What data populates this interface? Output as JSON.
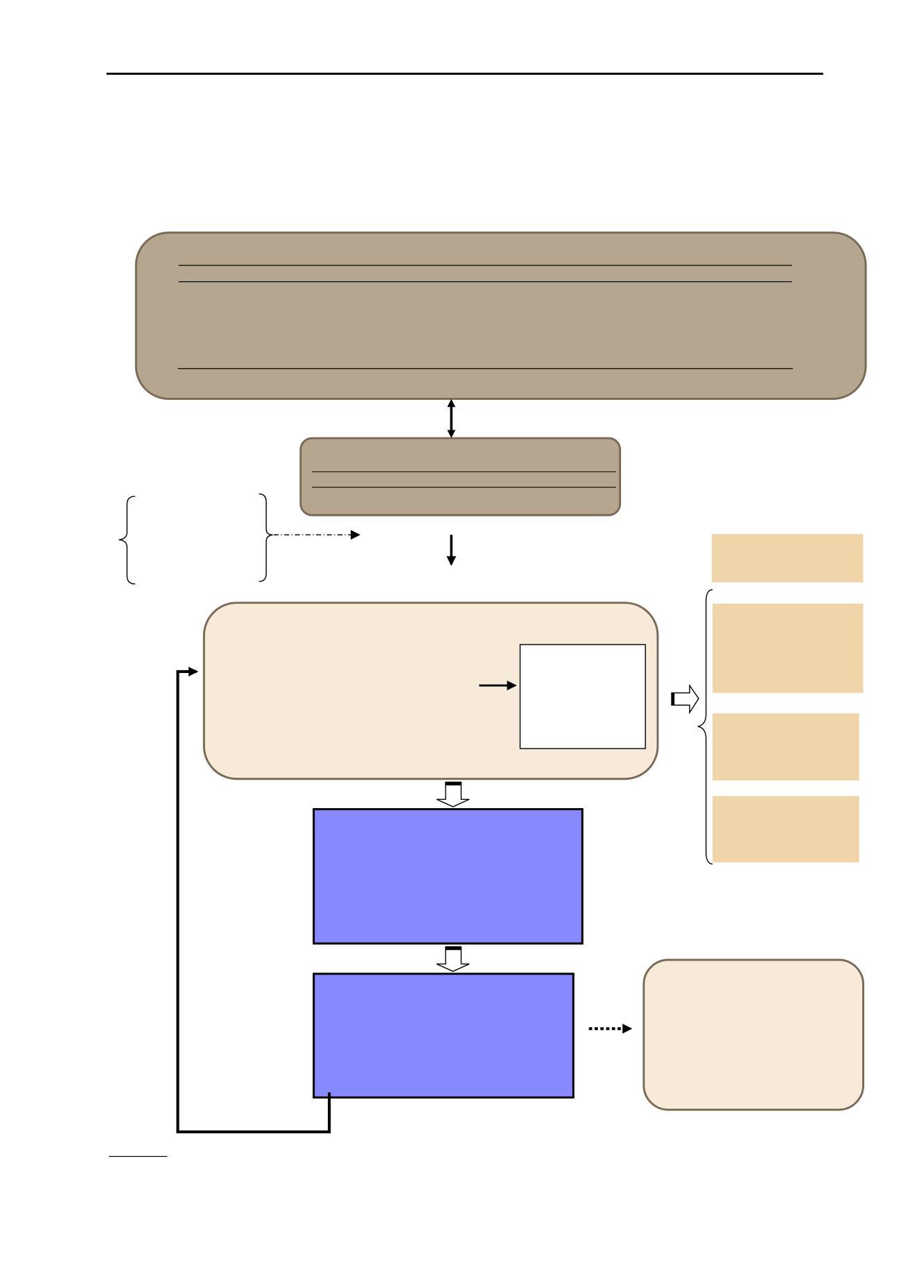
{
  "colors": {
    "background": "#ffffff",
    "header_box_fill": "#b5a690",
    "header_box_stroke": "#7a6a55",
    "light_box_fill": "#f7ead8",
    "side_box_fill": "#f0d4aa",
    "process_box_fill": "#8888ff",
    "line": "#000000"
  },
  "icons": {
    "double_arrow": "double-headed-arrow",
    "down_arrow": "solid-down-arrow",
    "hollow_arrow": "block-arrow-outline",
    "dotted_arrow": "dotted-right-arrow",
    "dash_dot_arrow": "dash-dot-right-arrow",
    "brace": "curly-brace"
  }
}
